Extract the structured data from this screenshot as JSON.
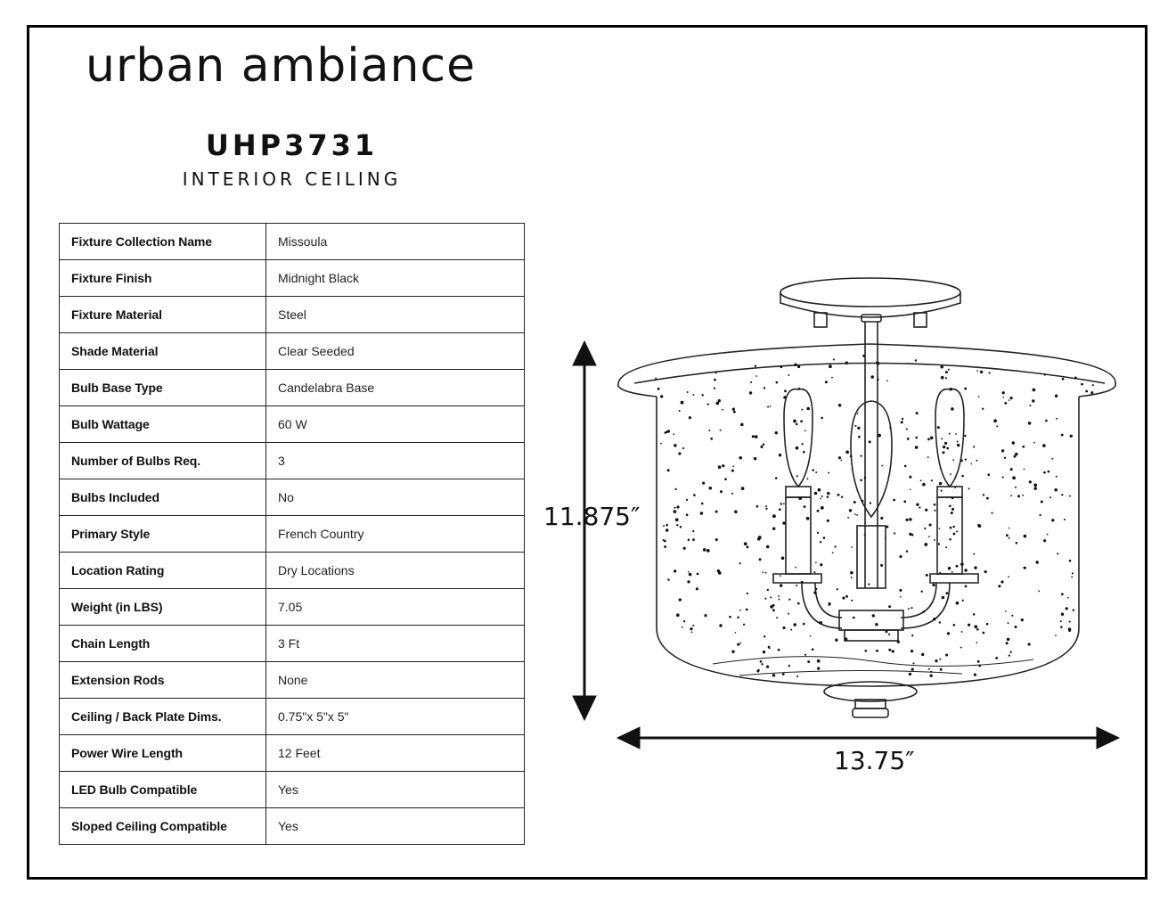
{
  "brand": {
    "name": "urban ambiance"
  },
  "product": {
    "model": "UHP3731",
    "category": "INTERIOR CEILING"
  },
  "specs": [
    {
      "label": "Fixture Collection Name",
      "value": "Missoula"
    },
    {
      "label": "Fixture Finish",
      "value": "Midnight Black"
    },
    {
      "label": "Fixture Material",
      "value": "Steel"
    },
    {
      "label": "Shade Material",
      "value": "Clear Seeded"
    },
    {
      "label": "Bulb Base Type",
      "value": "Candelabra Base"
    },
    {
      "label": "Bulb Wattage",
      "value": "60 W"
    },
    {
      "label": "Number of Bulbs Req.",
      "value": "3"
    },
    {
      "label": "Bulbs Included",
      "value": "No"
    },
    {
      "label": "Primary Style",
      "value": "French Country"
    },
    {
      "label": "Location Rating",
      "value": "Dry Locations"
    },
    {
      "label": "Weight (in LBS)",
      "value": "7.05"
    },
    {
      "label": "Chain Length",
      "value": "3 Ft"
    },
    {
      "label": "Extension Rods",
      "value": "None"
    },
    {
      "label": "Ceiling / Back Plate Dims.",
      "value": "0.75\"x 5\"x 5\""
    },
    {
      "label": "Power Wire Length",
      "value": "12 Feet"
    },
    {
      "label": "LED Bulb Compatible",
      "value": "Yes"
    },
    {
      "label": "Sloped Ceiling Compatible",
      "value": "Yes"
    }
  ],
  "dimensions": {
    "height": "11.875″",
    "width": "13.75″"
  }
}
